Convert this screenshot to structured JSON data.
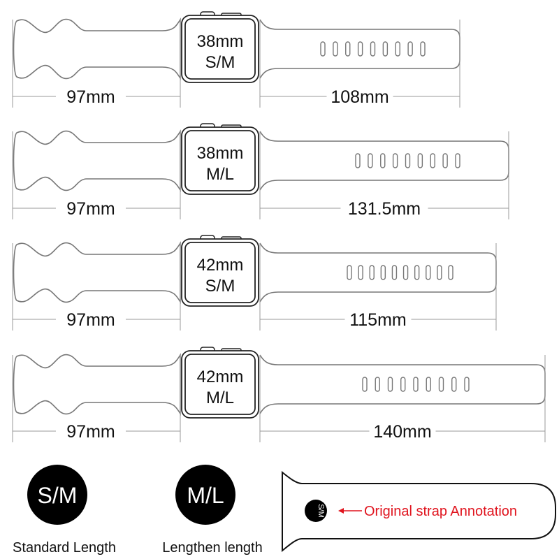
{
  "rows": [
    {
      "size": "38mm",
      "fit": "S/M",
      "left_length": "97mm",
      "right_length": "108mm",
      "right_end_mm": 108,
      "holes": 9
    },
    {
      "size": "38mm",
      "fit": "M/L",
      "left_length": "97mm",
      "right_length": "131.5mm",
      "right_end_mm": 131.5,
      "holes": 9
    },
    {
      "size": "42mm",
      "fit": "S/M",
      "left_length": "97mm",
      "right_length": "115mm",
      "right_end_mm": 115,
      "holes": 10
    },
    {
      "size": "42mm",
      "fit": "M/L",
      "left_length": "97mm",
      "right_length": "140mm",
      "right_end_mm": 140,
      "holes": 9
    }
  ],
  "legend": [
    {
      "badge": "S/M",
      "caption": "Standard Length"
    },
    {
      "badge": "M/L",
      "caption": "Lengthen length"
    }
  ],
  "annotation": {
    "badge": "S/M",
    "text": "Original strap Annotation",
    "color": "#e0141e"
  }
}
